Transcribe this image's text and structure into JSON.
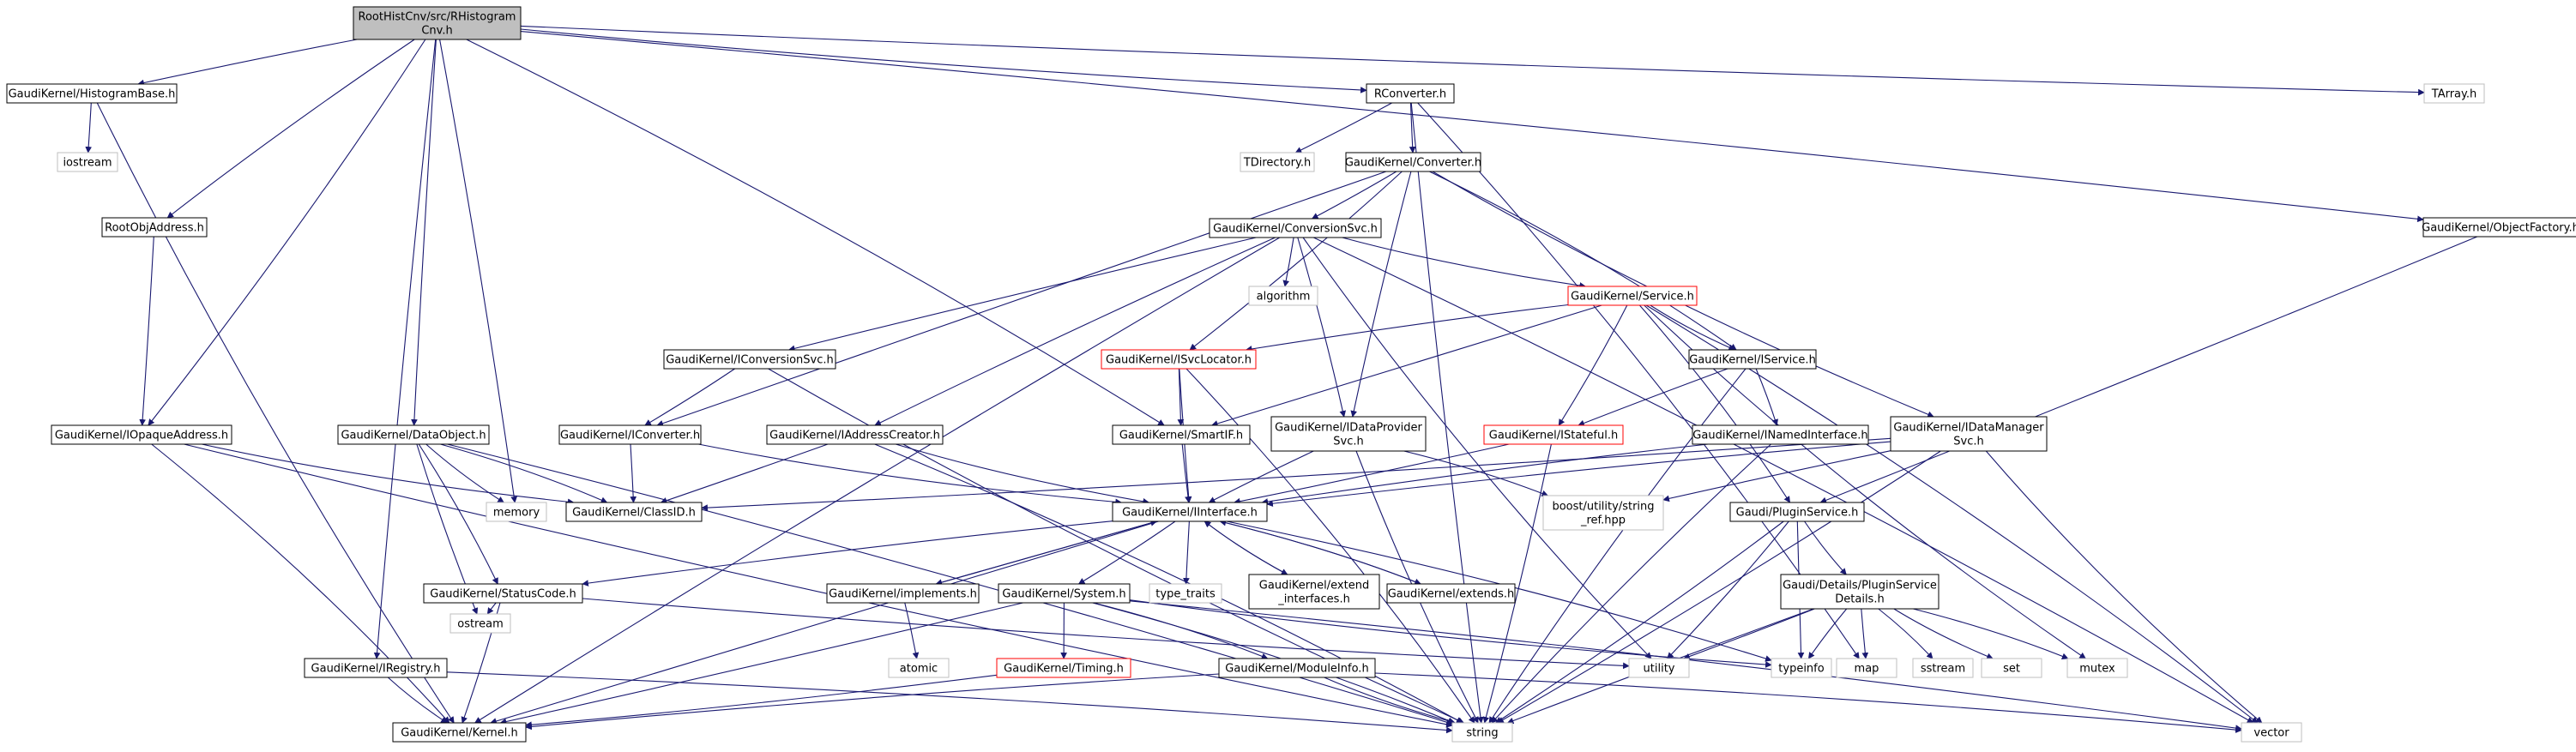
{
  "colors": {
    "edge": "#191970",
    "border_normal": "#000000",
    "border_truncated": "#ff0000",
    "border_external": "#bfbfbf",
    "fill_normal": "#ffffff",
    "fill_root": "#bfbfbf",
    "text": "#000000"
  },
  "nodes": [
    {
      "id": "root",
      "lines": [
        "RootHistCnv/src/RHistogram",
        "Cnv.h"
      ],
      "kind": "root"
    },
    {
      "id": "histbase",
      "lines": [
        "GaudiKernel/HistogramBase.h"
      ],
      "kind": "normal"
    },
    {
      "id": "iostream",
      "lines": [
        "iostream"
      ],
      "kind": "external"
    },
    {
      "id": "rootobj",
      "lines": [
        "RootObjAddress.h"
      ],
      "kind": "normal"
    },
    {
      "id": "iopaque",
      "lines": [
        "GaudiKernel/IOpaqueAddress.h"
      ],
      "kind": "normal"
    },
    {
      "id": "dataobj",
      "lines": [
        "GaudiKernel/DataObject.h"
      ],
      "kind": "normal"
    },
    {
      "id": "memory",
      "lines": [
        "memory"
      ],
      "kind": "external"
    },
    {
      "id": "iregistry",
      "lines": [
        "GaudiKernel/IRegistry.h"
      ],
      "kind": "normal"
    },
    {
      "id": "kernel",
      "lines": [
        "GaudiKernel/Kernel.h"
      ],
      "kind": "normal"
    },
    {
      "id": "ostream",
      "lines": [
        "ostream"
      ],
      "kind": "external"
    },
    {
      "id": "statuscode",
      "lines": [
        "GaudiKernel/StatusCode.h"
      ],
      "kind": "normal"
    },
    {
      "id": "classid",
      "lines": [
        "GaudiKernel/ClassID.h"
      ],
      "kind": "normal"
    },
    {
      "id": "iconverter",
      "lines": [
        "GaudiKernel/IConverter.h"
      ],
      "kind": "normal"
    },
    {
      "id": "iconvsvc",
      "lines": [
        "GaudiKernel/IConversionSvc.h"
      ],
      "kind": "normal"
    },
    {
      "id": "iaddrcreator",
      "lines": [
        "GaudiKernel/IAddressCreator.h"
      ],
      "kind": "normal"
    },
    {
      "id": "iinterface",
      "lines": [
        "GaudiKernel/IInterface.h"
      ],
      "kind": "normal"
    },
    {
      "id": "implements",
      "lines": [
        "GaudiKernel/implements.h"
      ],
      "kind": "normal"
    },
    {
      "id": "atomic",
      "lines": [
        "atomic"
      ],
      "kind": "external"
    },
    {
      "id": "typetraits",
      "lines": [
        "type_traits"
      ],
      "kind": "external"
    },
    {
      "id": "system",
      "lines": [
        "GaudiKernel/System.h"
      ],
      "kind": "normal"
    },
    {
      "id": "timing",
      "lines": [
        "GaudiKernel/Timing.h"
      ],
      "kind": "truncated"
    },
    {
      "id": "moduleinfo",
      "lines": [
        "GaudiKernel/ModuleInfo.h"
      ],
      "kind": "normal"
    },
    {
      "id": "string",
      "lines": [
        "string"
      ],
      "kind": "external"
    },
    {
      "id": "extendif",
      "lines": [
        "GaudiKernel/extend",
        "_interfaces.h"
      ],
      "kind": "normal"
    },
    {
      "id": "extends",
      "lines": [
        "GaudiKernel/extends.h"
      ],
      "kind": "normal"
    },
    {
      "id": "smartif",
      "lines": [
        "GaudiKernel/SmartIF.h"
      ],
      "kind": "normal"
    },
    {
      "id": "isvclocator",
      "lines": [
        "GaudiKernel/ISvcLocator.h"
      ],
      "kind": "truncated"
    },
    {
      "id": "idataprovider",
      "lines": [
        "GaudiKernel/IDataProvider",
        "Svc.h"
      ],
      "kind": "normal"
    },
    {
      "id": "algorithm",
      "lines": [
        "algorithm"
      ],
      "kind": "external"
    },
    {
      "id": "convsvc",
      "lines": [
        "GaudiKernel/ConversionSvc.h"
      ],
      "kind": "normal"
    },
    {
      "id": "converter",
      "lines": [
        "GaudiKernel/Converter.h"
      ],
      "kind": "normal"
    },
    {
      "id": "rconverter",
      "lines": [
        "RConverter.h"
      ],
      "kind": "normal"
    },
    {
      "id": "tdirectory",
      "lines": [
        "TDirectory.h"
      ],
      "kind": "external"
    },
    {
      "id": "service",
      "lines": [
        "GaudiKernel/Service.h"
      ],
      "kind": "truncated"
    },
    {
      "id": "istateful",
      "lines": [
        "GaudiKernel/IStateful.h"
      ],
      "kind": "truncated"
    },
    {
      "id": "boostref",
      "lines": [
        "boost/utility/string",
        "_ref.hpp"
      ],
      "kind": "external"
    },
    {
      "id": "iservice",
      "lines": [
        "GaudiKernel/IService.h"
      ],
      "kind": "normal"
    },
    {
      "id": "inamedif",
      "lines": [
        "GaudiKernel/INamedInterface.h"
      ],
      "kind": "normal"
    },
    {
      "id": "idatamgr",
      "lines": [
        "GaudiKernel/IDataManager",
        "Svc.h"
      ],
      "kind": "normal"
    },
    {
      "id": "utility",
      "lines": [
        "utility"
      ],
      "kind": "external"
    },
    {
      "id": "typeinfo",
      "lines": [
        "typeinfo"
      ],
      "kind": "external"
    },
    {
      "id": "pluginsvc",
      "lines": [
        "Gaudi/PluginService.h"
      ],
      "kind": "normal"
    },
    {
      "id": "pluginsvcdet",
      "lines": [
        "Gaudi/Details/PluginService",
        "Details.h"
      ],
      "kind": "normal"
    },
    {
      "id": "map",
      "lines": [
        "map"
      ],
      "kind": "external"
    },
    {
      "id": "sstream",
      "lines": [
        "sstream"
      ],
      "kind": "external"
    },
    {
      "id": "set",
      "lines": [
        "set"
      ],
      "kind": "external"
    },
    {
      "id": "mutex",
      "lines": [
        "mutex"
      ],
      "kind": "external"
    },
    {
      "id": "vector",
      "lines": [
        "vector"
      ],
      "kind": "external"
    },
    {
      "id": "objfactory",
      "lines": [
        "GaudiKernel/ObjectFactory.h"
      ],
      "kind": "normal"
    },
    {
      "id": "tarray",
      "lines": [
        "TArray.h"
      ],
      "kind": "external"
    }
  ],
  "edges": [
    [
      "root",
      "histbase"
    ],
    [
      "root",
      "rootobj"
    ],
    [
      "root",
      "iopaque"
    ],
    [
      "root",
      "dataobj"
    ],
    [
      "root",
      "memory"
    ],
    [
      "root",
      "iregistry"
    ],
    [
      "root",
      "smartif"
    ],
    [
      "root",
      "rconverter"
    ],
    [
      "root",
      "objfactory"
    ],
    [
      "root",
      "tarray"
    ],
    [
      "histbase",
      "iostream"
    ],
    [
      "histbase",
      "kernel"
    ],
    [
      "rootobj",
      "iopaque"
    ],
    [
      "iopaque",
      "classid"
    ],
    [
      "iopaque",
      "kernel"
    ],
    [
      "iopaque",
      "string"
    ],
    [
      "dataobj",
      "classid"
    ],
    [
      "dataobj",
      "memory"
    ],
    [
      "dataobj",
      "statuscode"
    ],
    [
      "dataobj",
      "ostream"
    ],
    [
      "dataobj",
      "string"
    ],
    [
      "iregistry",
      "kernel"
    ],
    [
      "iregistry",
      "string"
    ],
    [
      "statuscode",
      "ostream"
    ],
    [
      "statuscode",
      "kernel"
    ],
    [
      "statuscode",
      "utility"
    ],
    [
      "iconverter",
      "classid"
    ],
    [
      "iconverter",
      "iinterface"
    ],
    [
      "iconvsvc",
      "iconverter"
    ],
    [
      "iconvsvc",
      "string"
    ],
    [
      "iaddrcreator",
      "classid"
    ],
    [
      "iaddrcreator",
      "iinterface"
    ],
    [
      "iaddrcreator",
      "string"
    ],
    [
      "iinterface",
      "implements"
    ],
    [
      "iinterface",
      "statuscode"
    ],
    [
      "iinterface",
      "typetraits"
    ],
    [
      "iinterface",
      "system"
    ],
    [
      "iinterface",
      "extendif"
    ],
    [
      "iinterface",
      "extends"
    ],
    [
      "iinterface",
      "kernel"
    ],
    [
      "iinterface",
      "typeinfo"
    ],
    [
      "implements",
      "iinterface"
    ],
    [
      "implements",
      "atomic"
    ],
    [
      "extendif",
      "iinterface"
    ],
    [
      "extends",
      "iinterface"
    ],
    [
      "system",
      "timing"
    ],
    [
      "system",
      "moduleinfo"
    ],
    [
      "system",
      "kernel"
    ],
    [
      "system",
      "string"
    ],
    [
      "system",
      "typeinfo"
    ],
    [
      "system",
      "vector"
    ],
    [
      "timing",
      "kernel"
    ],
    [
      "moduleinfo",
      "kernel"
    ],
    [
      "moduleinfo",
      "string"
    ],
    [
      "moduleinfo",
      "vector"
    ],
    [
      "smartif",
      "iinterface"
    ],
    [
      "isvclocator",
      "smartif"
    ],
    [
      "isvclocator",
      "iinterface"
    ],
    [
      "isvclocator",
      "string"
    ],
    [
      "idataprovider",
      "iinterface"
    ],
    [
      "idataprovider",
      "boostref"
    ],
    [
      "idataprovider",
      "string"
    ],
    [
      "convsvc",
      "iconvsvc"
    ],
    [
      "convsvc",
      "iaddrcreator"
    ],
    [
      "convsvc",
      "algorithm"
    ],
    [
      "convsvc",
      "service"
    ],
    [
      "convsvc",
      "idataprovider"
    ],
    [
      "convsvc",
      "kernel"
    ],
    [
      "convsvc",
      "vector"
    ],
    [
      "convsvc",
      "utility"
    ],
    [
      "converter",
      "convsvc"
    ],
    [
      "converter",
      "iconverter"
    ],
    [
      "converter",
      "isvclocator"
    ],
    [
      "converter",
      "idataprovider"
    ],
    [
      "converter",
      "iservice"
    ],
    [
      "converter",
      "idatamgr"
    ],
    [
      "rconverter",
      "tdirectory"
    ],
    [
      "rconverter",
      "converter"
    ],
    [
      "rconverter",
      "map"
    ],
    [
      "rconverter",
      "string"
    ],
    [
      "service",
      "isvclocator"
    ],
    [
      "service",
      "smartif"
    ],
    [
      "service",
      "istateful"
    ],
    [
      "service",
      "iservice"
    ],
    [
      "service",
      "pluginsvc"
    ],
    [
      "service",
      "mutex"
    ],
    [
      "service",
      "vector"
    ],
    [
      "istateful",
      "iinterface"
    ],
    [
      "istateful",
      "string"
    ],
    [
      "iservice",
      "istateful"
    ],
    [
      "iservice",
      "inamedif"
    ],
    [
      "iservice",
      "string"
    ],
    [
      "inamedif",
      "iinterface"
    ],
    [
      "inamedif",
      "string"
    ],
    [
      "idatamgr",
      "iinterface"
    ],
    [
      "idatamgr",
      "classid"
    ],
    [
      "idatamgr",
      "boostref"
    ],
    [
      "idatamgr",
      "vector"
    ],
    [
      "idatamgr",
      "string"
    ],
    [
      "pluginsvc",
      "pluginsvcdet"
    ],
    [
      "pluginsvc",
      "string"
    ],
    [
      "pluginsvc",
      "typeinfo"
    ],
    [
      "pluginsvc",
      "utility"
    ],
    [
      "pluginsvcdet",
      "map"
    ],
    [
      "pluginsvcdet",
      "sstream"
    ],
    [
      "pluginsvcdet",
      "set"
    ],
    [
      "pluginsvcdet",
      "mutex"
    ],
    [
      "pluginsvcdet",
      "typeinfo"
    ],
    [
      "pluginsvcdet",
      "utility"
    ],
    [
      "pluginsvcdet",
      "string"
    ],
    [
      "objfactory",
      "pluginsvc"
    ]
  ]
}
